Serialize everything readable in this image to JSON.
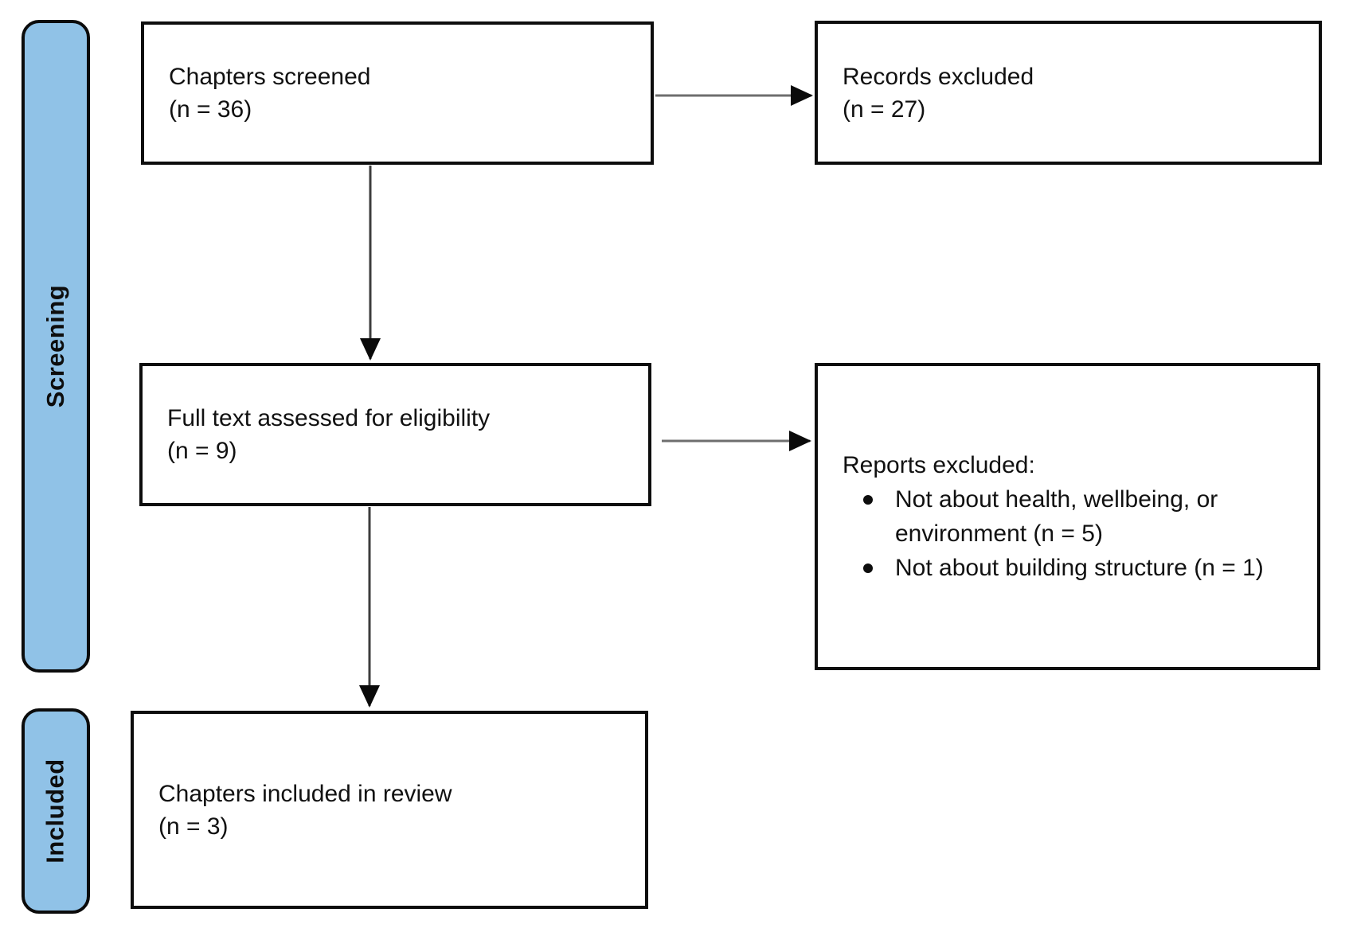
{
  "figure": {
    "type": "prisma-flow-diagram",
    "stages": [
      {
        "id": "screening",
        "label": "Screening"
      },
      {
        "id": "included",
        "label": "Included"
      }
    ],
    "boxes": {
      "chapters_screened": {
        "label": "Chapters screened",
        "count": "(n = 36)"
      },
      "records_excluded": {
        "label": "Records excluded",
        "count": "(n = 27)"
      },
      "full_text_assessed": {
        "label": "Full text assessed for eligibility",
        "count": "(n = 9)"
      },
      "reports_excluded": {
        "title": "Reports excluded:",
        "bullets": [
          "Not about health, wellbeing, or environment (n = 5)",
          "Not about building structure (n = 1)"
        ]
      },
      "chapters_included": {
        "label": "Chapters included in review",
        "count": "(n = 3)"
      }
    },
    "colors": {
      "stage_fill": "#90C2E7",
      "stage_border": "#0b0b0b",
      "box_fill": "#ffffff",
      "box_border": "#0d0d0d",
      "arrow_line_horizontal": "#6e6e6e",
      "arrow_line_vertical": "#3d3d3d",
      "arrow_head": "#0a0a0a",
      "background": "#ffffff",
      "text": "#111111"
    }
  }
}
